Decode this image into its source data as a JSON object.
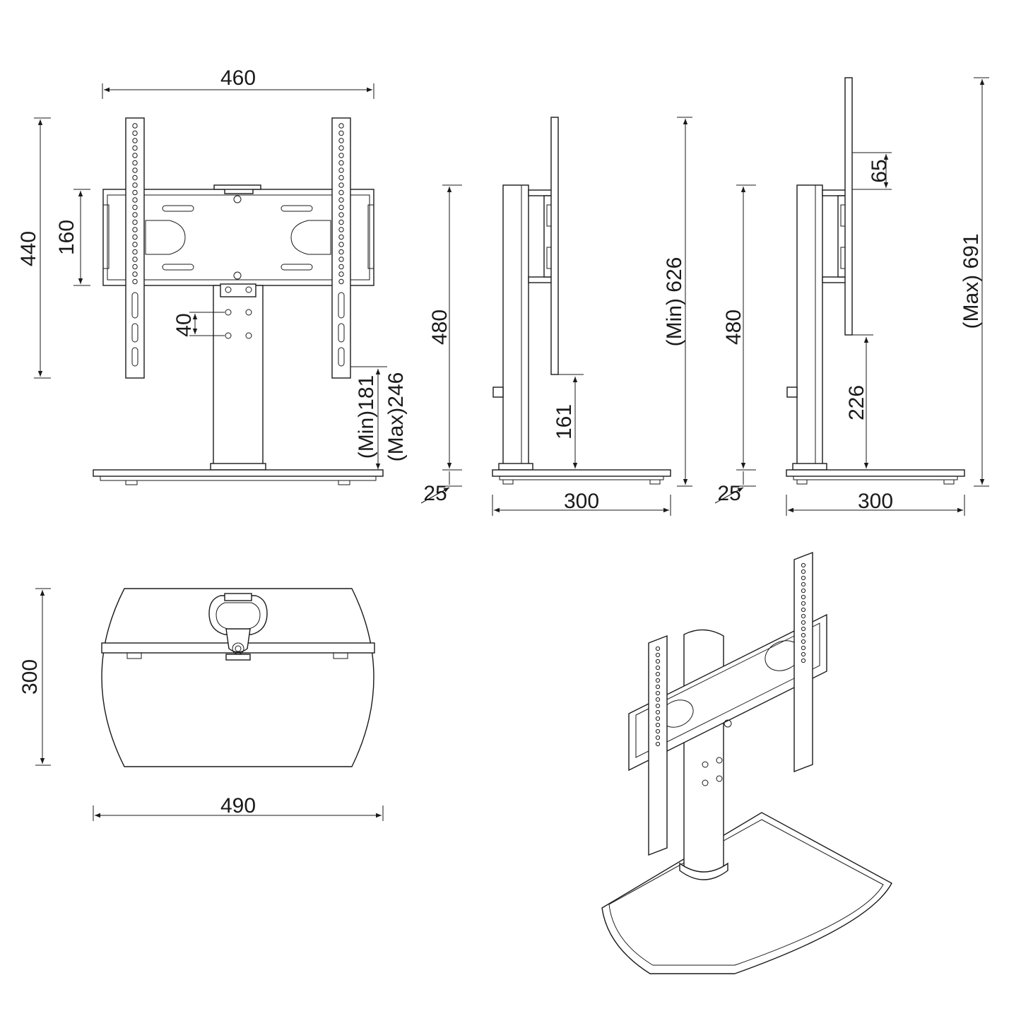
{
  "palette": {
    "line": "#1a1a1a",
    "background": "#ffffff"
  },
  "front_view": {
    "width": "460",
    "height": "440",
    "bracket_height": "160",
    "hole_spacing": "40",
    "min_offset": "(Min)181",
    "max_offset": "(Max)246"
  },
  "side_view_min": {
    "pole_height": "480",
    "base_height": "25",
    "bracket_offset": "161",
    "total_height": "(Min) 626",
    "depth": "300"
  },
  "side_view_max": {
    "pole_height": "480",
    "base_height": "25",
    "bracket_offset": "226",
    "adjust": "65",
    "total_height": "(Max) 691",
    "depth": "300"
  },
  "top_view": {
    "depth": "300",
    "width": "490"
  }
}
